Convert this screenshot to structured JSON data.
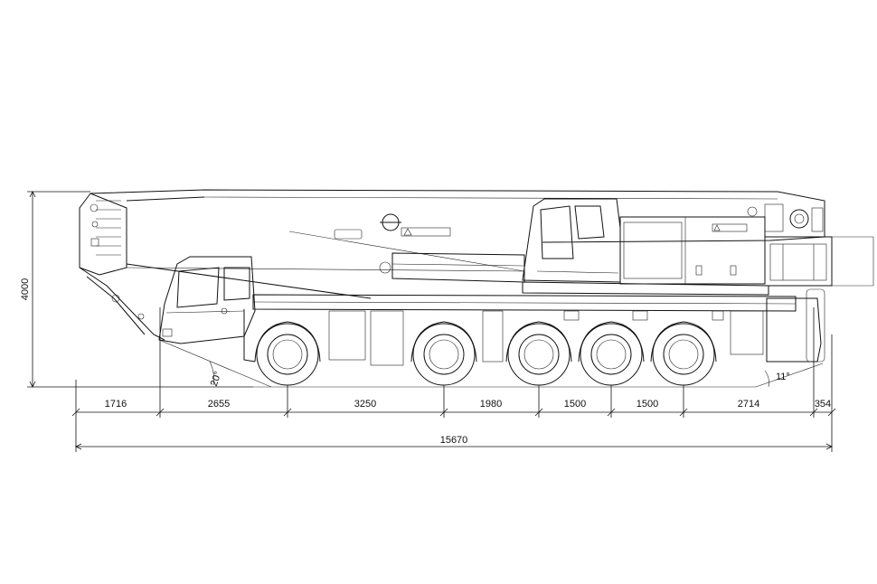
{
  "dimensions": {
    "height": "4000",
    "segments": [
      "1716",
      "2655",
      "3250",
      "1980",
      "1500",
      "1500",
      "2714",
      "354"
    ],
    "total": "15670",
    "approach_angle": "20°",
    "departure_angle": "11°"
  },
  "colors": {
    "line": "#111111",
    "background": "#ffffff"
  },
  "icons": [
    "warning-triangle-icon",
    "hook-icon"
  ]
}
